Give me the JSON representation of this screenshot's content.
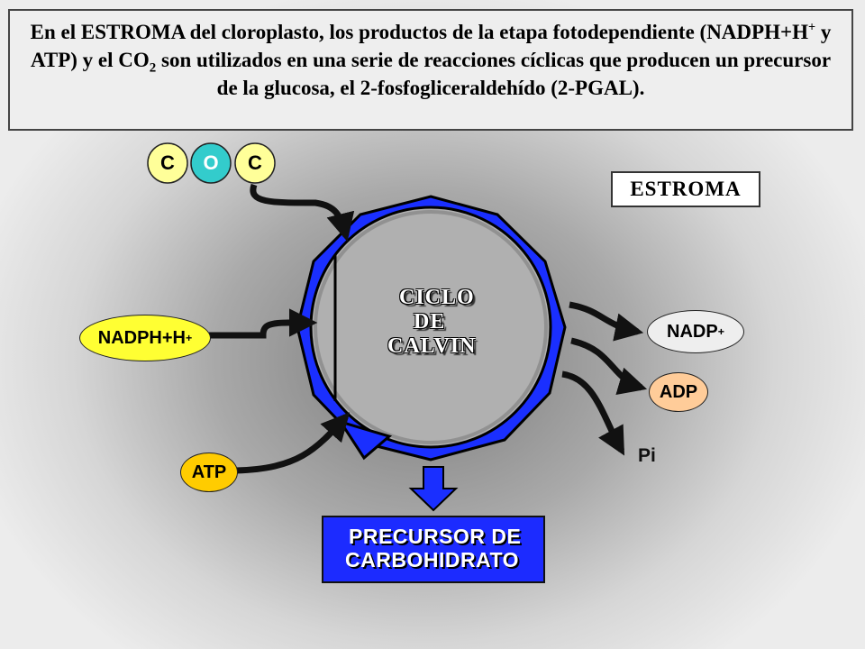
{
  "header": {
    "part1": "En el ",
    "estroma_word": "ESTROMA",
    "part2": " del cloroplasto, los productos de la etapa fotodependiente (NADPH+H",
    "plus": "+",
    "part3": " y ATP) y el CO",
    "sub2": "2",
    "part4": " son utilizados en una serie de reacciones cíclicas que producen un precursor de la glucosa, el 2-fosfogliceraldehído (2-PGAL)."
  },
  "diagram": {
    "estroma_label": "ESTROMA",
    "cycle_line1": "CICLO",
    "cycle_line2": "DE",
    "cycle_line3": "CALVIN",
    "co2_left": "C",
    "co2_mid": "O",
    "co2_right": "C",
    "nadph_label": "NADPH+H",
    "nadph_sup": "+",
    "atp_label": "ATP",
    "nadp_label": "NADP",
    "nadp_sup": "+",
    "adp_label": "ADP",
    "pi_label": "Pi",
    "precursor_line1": "PRECURSOR DE",
    "precursor_line2": "CARBOHIDRATO"
  },
  "colors": {
    "cycle_blue": "#1a2fff",
    "co2_carbon": "#ffff99",
    "co2_oxygen": "#33cccc",
    "nadph": "#ffff33",
    "atp": "#ffcc00",
    "nadp": "#eeeeee",
    "adp": "#ffcc99",
    "precursor_box": "#1c2bff"
  }
}
